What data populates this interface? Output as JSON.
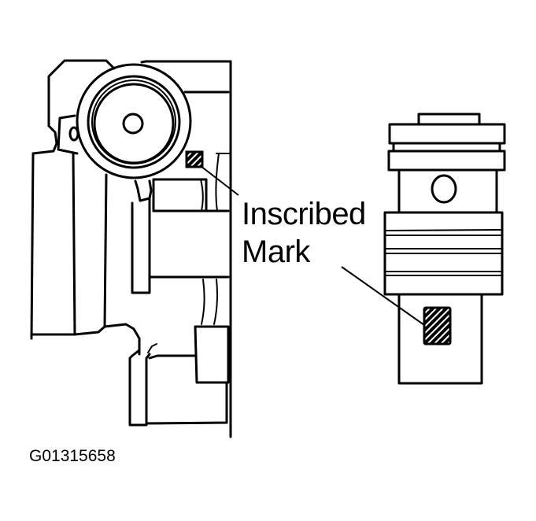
{
  "figure": {
    "id_label": "G01315658",
    "callout": {
      "line1": "Inscribed",
      "line2": "Mark"
    },
    "components": [
      {
        "name": "valve-body-housing",
        "position": "left"
      },
      {
        "name": "valve-spool",
        "position": "right"
      }
    ],
    "colors": {
      "stroke": "#000000",
      "background": "#ffffff"
    }
  }
}
